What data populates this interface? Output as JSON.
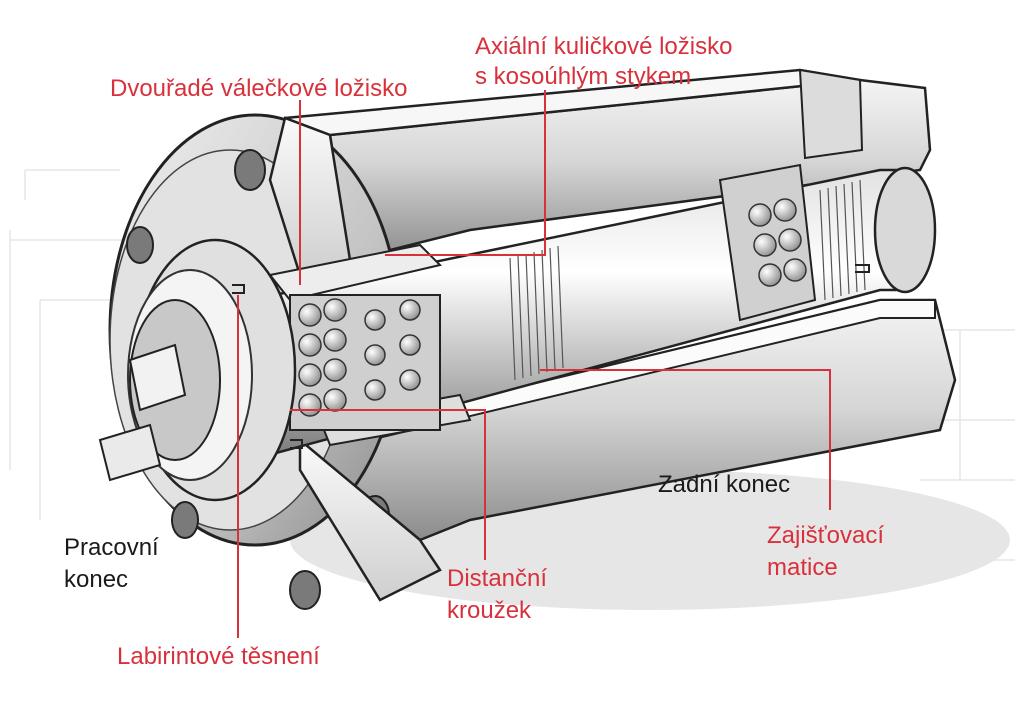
{
  "diagram": {
    "colors": {
      "callout": "#d8313c",
      "plain_text": "#1a1a1a",
      "metal_light": "#e8e8e8",
      "metal_mid": "#b0b0b0",
      "metal_dark": "#6a6a6a",
      "outline": "#222222"
    },
    "labels": {
      "axial_bearing_line1": "Axiální kuličkové ložisko",
      "axial_bearing_line2": "s kosoúhlým stykem",
      "double_roller_bearing": "Dvouřadé válečkové ložisko",
      "rear_end": "Zadní konec",
      "lock_nut_line1": "Zajišťovací",
      "lock_nut_line2": "matice",
      "working_end_line1": "Pracovní",
      "working_end_line2": "konec",
      "spacer_ring_line1": "Distanční",
      "spacer_ring_line2": "kroužek",
      "labyrinth_seal": "Labirintové těsnení"
    }
  }
}
